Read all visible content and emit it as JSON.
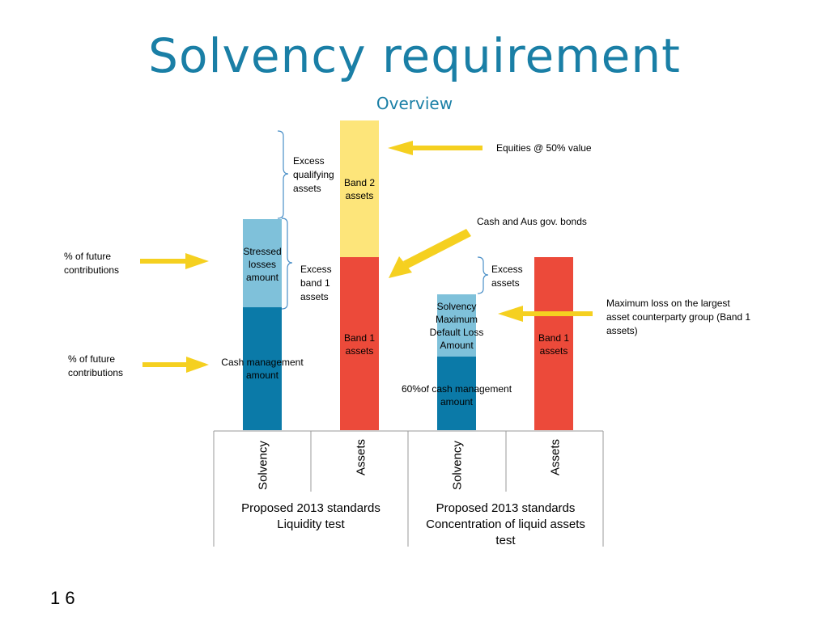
{
  "header": {
    "title": "Solvency requirement",
    "subtitle": "Overview"
  },
  "chart_data": {
    "type": "bar",
    "stacked": true,
    "categories": [
      "Solvency",
      "Assets",
      "Solvency",
      "Assets"
    ],
    "groups": [
      {
        "label": "Proposed 2013 standards Liquidity test",
        "categories": [
          0,
          1
        ]
      },
      {
        "label": "Proposed 2013 standards Concentration of liquid assets test",
        "categories": [
          2,
          3
        ]
      }
    ],
    "series": [
      {
        "category": 0,
        "segments": [
          {
            "label": "Cash management amount",
            "value": 152,
            "color": "#0b7aa8"
          },
          {
            "label": "Stressed losses amount",
            "value": 109,
            "color": "#7fc1da"
          }
        ]
      },
      {
        "category": 1,
        "segments": [
          {
            "label": "Band 1 assets",
            "value": 214,
            "color": "#ec4a3a"
          },
          {
            "label": "Band 2 assets",
            "value": 169,
            "color": "#fde57a"
          }
        ]
      },
      {
        "category": 2,
        "segments": [
          {
            "label": "60%of cash management amount",
            "value": 91,
            "color": "#0b7aa8"
          },
          {
            "label": "Solvency Maximum Default Loss Amount",
            "value": 77,
            "color": "#7fc1da"
          }
        ]
      },
      {
        "category": 3,
        "segments": [
          {
            "label": "Band 1 assets",
            "value": 214,
            "color": "#ec4a3a"
          }
        ]
      }
    ],
    "ylim": [
      0,
      385
    ],
    "grid": false,
    "legend": "none"
  },
  "annotations": {
    "equities": "Equities @ 50% value",
    "cash_bonds": "Cash and Aus gov. bonds",
    "future_contrib_1": "% of future contributions",
    "future_contrib_2": "% of future contributions",
    "excess_qualifying": "Excess qualifying assets",
    "excess_band1": "Excess band 1 assets",
    "excess_assets": "Excess assets",
    "max_loss": "Maximum loss on the largest asset counterparty group (Band 1 assets)"
  },
  "footer": {
    "page_number": "1 6"
  },
  "colors": {
    "accent": "#1a7fa6",
    "arrow": "#f5d020",
    "brace": "#4a8fc7"
  }
}
